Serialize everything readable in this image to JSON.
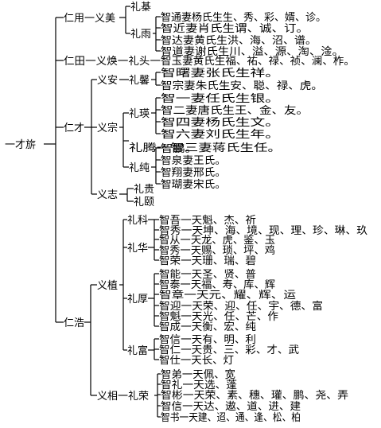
{
  "root": "一才旂",
  "gen1": {
    "a": "仁用一义美",
    "b": "仁田一义焕一礼头一智玉妻黄氏生福、祐、禄、祯、澜、柞。",
    "c": "仁才",
    "d": "仁浩"
  },
  "renyong": {
    "li_ji": "礼棊",
    "li_yu": "礼雨",
    "zhi_lines": [
      "智通妻杨氏生生、秀、彩、婿、诊。",
      "智近妻肖氏生谓、诚、订。",
      "智达妻黄氏生洪、海、沼、谱。",
      "智道妻谢氏生川、溢、源、淘、淦。"
    ]
  },
  "rencai": {
    "yi_an": "义安",
    "yi_zong": "义宗",
    "yi_zhi": "义志",
    "li_xin": "礼馨",
    "li_xin_lines": [
      "智曙妻张氏生祥。",
      "智宗妻朱氏生安、聪、禄、虎。"
    ],
    "li_ying": "礼瑛",
    "li_ying_lines": [
      "智一妻任氏生银。",
      "智二妻唐氏生王、金、友。",
      "智四妻杨氏生文。",
      "智六妻刘氏生年。"
    ],
    "li_teng_row": "礼腾一智三妻蒋氏生任。",
    "li_chun": "礼纯",
    "li_chun_lines": [
      "智鹏。",
      "智泉妻王氏。",
      "智翔妻邢氏。",
      "智瑚妻宋氏。"
    ],
    "li_gui": "礼贵",
    "li_yi": "礼颐"
  },
  "renhao": {
    "yi_zhi2": "义植",
    "yi_xiang": "义相一礼荣",
    "li_ke": "礼科",
    "li_ke_lines": [
      "智吾一天魁、杰、祈",
      "智秀一天坤、海、境、现、理、珍、琳、玖",
      "智从一天龙、虎、鉴、玉",
      "智秀一天赐、琐、坪、鸡",
      "智荣一天珊、瑞、碧"
    ],
    "li_hua": "礼华",
    "li_hou": "礼厚",
    "li_hou_lines": [
      "智能一天圣、贤、普",
      "智泰一天福、寿、库、辉",
      "智章一天元、耀、辉、运",
      "智迎一天荣、迎、任、宇、德、富",
      "智魁一天光、任、芒、作",
      "智成一天衡、宏、纯"
    ],
    "li_fu": "礼富",
    "li_fu_lines": [
      "智信一天有、明、利",
      "智仁一天贵、三、彩、才、武",
      "智仕一天长、灯"
    ],
    "li_rong_lines": [
      "智弟一天佩、宽",
      "智礼一天选、蓬",
      "智彬一天荣、素、穗、瓘、鹏、尧、弄",
      "智信一天达、遨、道、进、建",
      "智书一天建、迢、通、逢、松、柏"
    ]
  }
}
